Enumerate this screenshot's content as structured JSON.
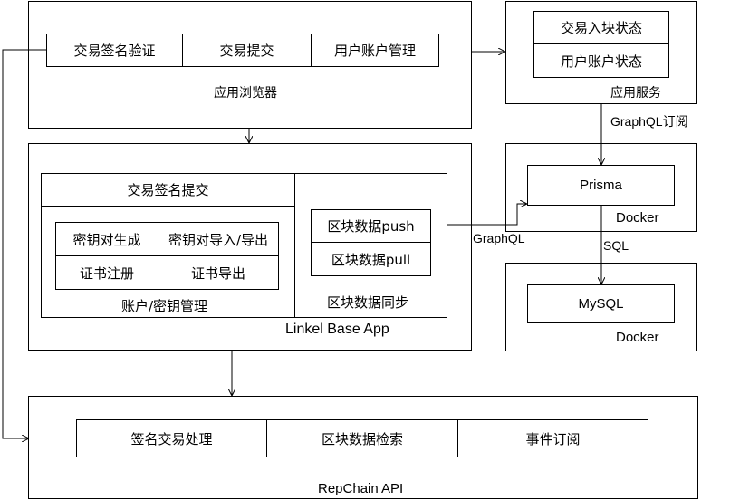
{
  "browser": {
    "title": "应用浏览器",
    "items": [
      "交易签名验证",
      "交易提交",
      "用户账户管理"
    ]
  },
  "service": {
    "title": "应用服务",
    "items": [
      "交易入块状态",
      "用户账户状态"
    ]
  },
  "base_app": {
    "title": "Linkel Base App",
    "account": {
      "header": "交易签名提交",
      "cells": [
        "密钥对生成",
        "密钥对导入/导出",
        "证书注册",
        "证书导出"
      ],
      "footer": "账户/密钥管理"
    },
    "sync": {
      "items": [
        "区块数据push",
        "区块数据pull"
      ],
      "footer": "区块数据同步"
    }
  },
  "docker_prisma": {
    "title": "Docker",
    "item": "Prisma"
  },
  "docker_mysql": {
    "title": "Docker",
    "item": "MySQL"
  },
  "api": {
    "title": "RepChain API",
    "items": [
      "签名交易处理",
      "区块数据检索",
      "事件订阅"
    ]
  },
  "edges": {
    "graphql_sub": "GraphQL订阅",
    "graphql": "GraphQL",
    "sql": "SQL"
  }
}
